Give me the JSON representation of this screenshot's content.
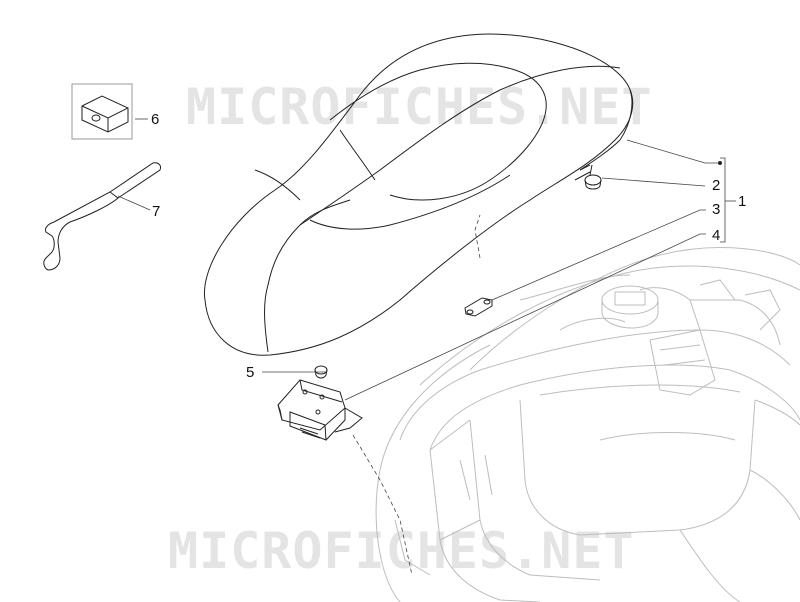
{
  "watermark": {
    "text": "MICROFICHES.NET"
  },
  "callouts": {
    "c1": "1",
    "c2": "2",
    "c3": "3",
    "c4": "4",
    "c5": "5",
    "c6": "6",
    "c7": "7"
  }
}
